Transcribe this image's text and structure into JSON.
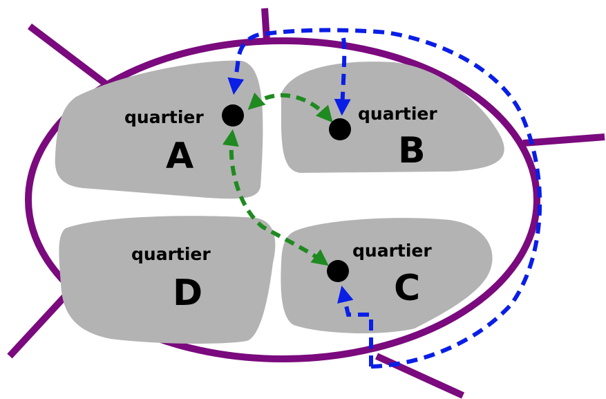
{
  "colors": {
    "ring_road": "#7a0a7d",
    "district_fill": "#b3b3b3",
    "external_route": "#0a1ee6",
    "internal_route": "#1f8a1f",
    "node": "#000000"
  },
  "districts": {
    "a": {
      "word": "quartier",
      "letter": "A"
    },
    "b": {
      "word": "quartier",
      "letter": "B"
    },
    "c": {
      "word": "quartier",
      "letter": "C"
    },
    "d": {
      "word": "quartier",
      "letter": "D"
    }
  }
}
